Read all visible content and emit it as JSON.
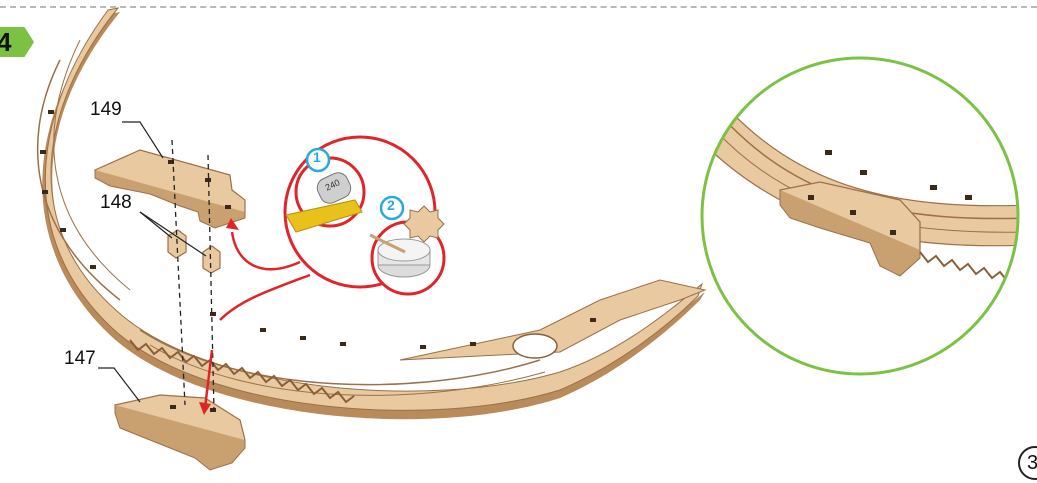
{
  "step": {
    "number": "4"
  },
  "parts": {
    "p149": "149",
    "p148": "148",
    "p147": "147"
  },
  "callouts": {
    "sandpaper_num": "1",
    "glue_num": "2",
    "sandpaper_grit": "240"
  },
  "page": {
    "number": "3"
  },
  "colors": {
    "wood": "#e8c9a0",
    "wood_dark": "#b98a5a",
    "arrow_red": "#e0252a",
    "zoom_green": "#7cc242",
    "badge_blue": "#29a8e0"
  }
}
